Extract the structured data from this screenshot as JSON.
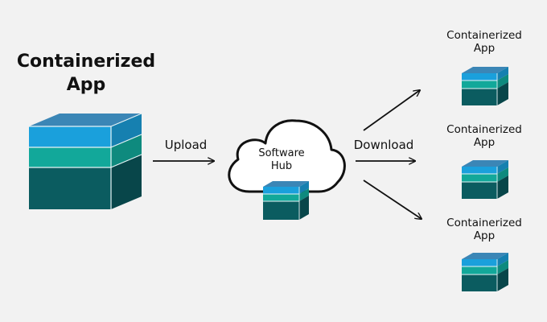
{
  "main_app": {
    "title": "Containerized\nApp"
  },
  "flow": {
    "upload_label": "Upload",
    "download_label": "Download"
  },
  "hub": {
    "label": "Software\nHub"
  },
  "targets": [
    {
      "title": "Containerized\nApp"
    },
    {
      "title": "Containerized\nApp"
    },
    {
      "title": "Containerized\nApp"
    }
  ],
  "colors": {
    "background": "#f2f2f2",
    "layer_top": "#1aa0dc",
    "layer_middle": "#12a89a",
    "layer_bottom": "#0b5c60",
    "cube_top_face": "#3a88b8",
    "outline": "#111111"
  }
}
